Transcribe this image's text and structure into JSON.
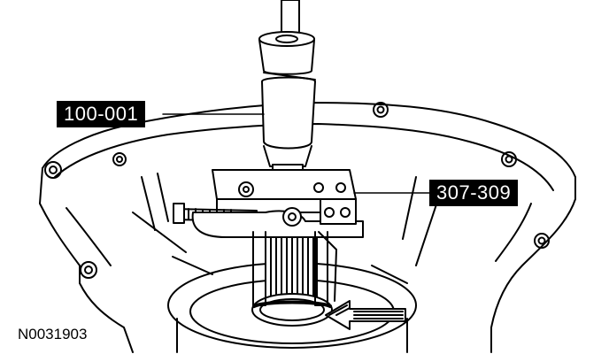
{
  "callouts": {
    "tool_100_001": "100-001",
    "tool_307_309": "307-309"
  },
  "figure_id": "N0031903",
  "colors": {
    "ink": "#000000",
    "paper": "#ffffff"
  }
}
